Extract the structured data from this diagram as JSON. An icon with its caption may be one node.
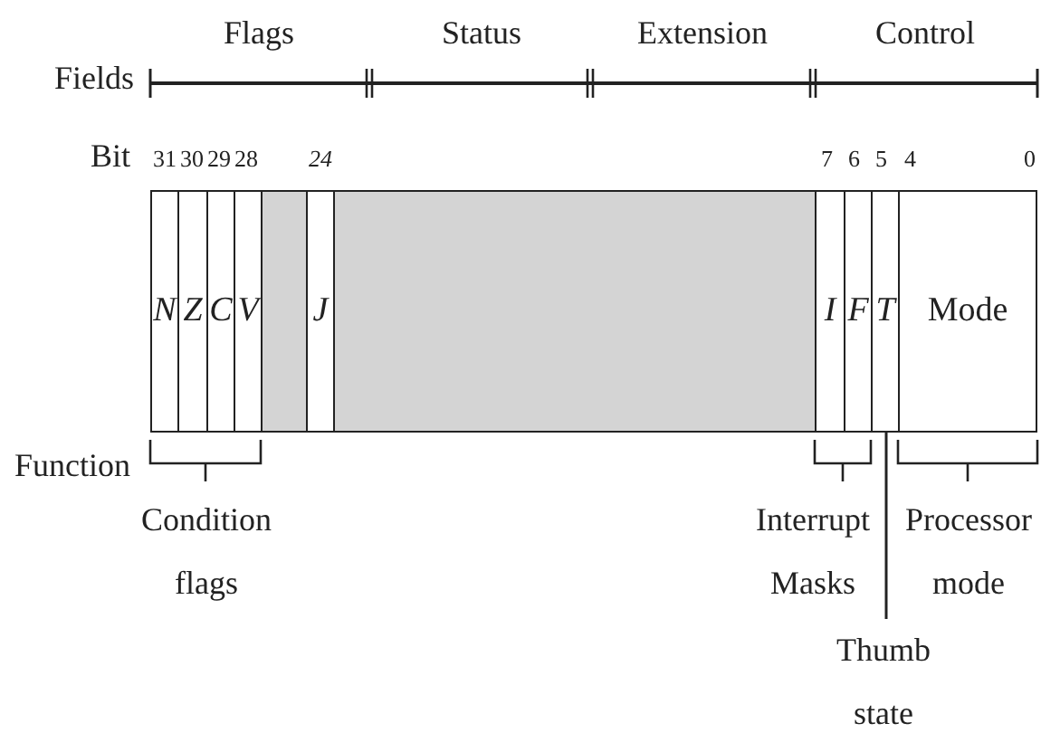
{
  "diagram": {
    "nodes": [
      {
        "text": [
          "N"
        ]
      },
      {
        "text": [
          "Z"
        ]
      },
      {
        "text": [
          "C"
        ]
      },
      {
        "text": [
          "V"
        ]
      },
      {
        "text": [],
        "shape": "box"
      },
      {
        "text": [
          "J"
        ]
      },
      {
        "text": [],
        "shape": "box"
      },
      {
        "text": [
          "I"
        ]
      },
      {
        "text": [
          "F"
        ]
      },
      {
        "text": [
          "T"
        ]
      },
      {
        "text": [
          "Mode"
        ]
      },
      {
        "text": [
          "Thumb state"
        ]
      }
    ],
    "edges": [
      {
        "from": 11,
        "to": 9,
        "arrow": "none"
      }
    ],
    "labels": [
      "Flags",
      "Status",
      "Extension",
      "Control",
      "Fields",
      "Bit",
      "31",
      "30",
      "29",
      "28",
      "24",
      "7",
      "6",
      "5",
      "4",
      "0",
      "Function",
      "Condition flags",
      "Interrupt Masks",
      "Processor mode"
    ]
  }
}
